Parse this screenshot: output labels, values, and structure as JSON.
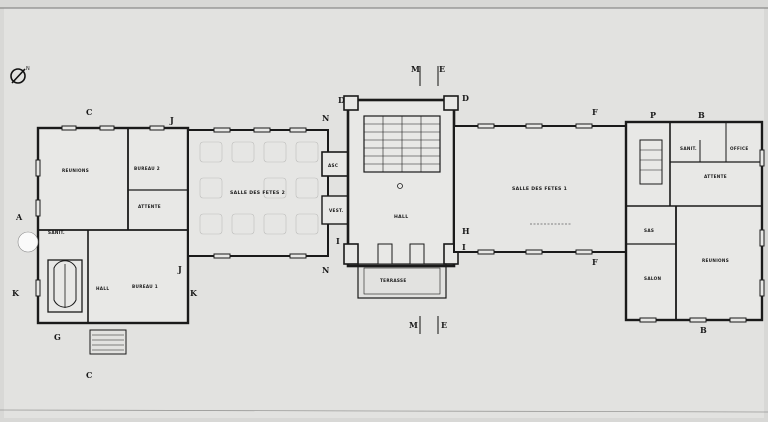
{
  "rooms": {
    "reunions_left": "REUNIONS",
    "bureau2": "BUREAU 2",
    "attente_left": "ATTENTE",
    "salle_fetes2": "SALLE DES FETES 2",
    "sanit_left": "SANIT.",
    "hall_left": "HALL",
    "bureau1": "BUREAU 1",
    "asc": "ASC",
    "vest": "VEST.",
    "hall_center": "HALL",
    "terrasse": "TERRASSE",
    "salle_fetes1": "SALLE DES FETES 1",
    "sanit_right": "SANIT.",
    "office": "OFFICE",
    "attente_right": "ATTENTE",
    "sas": "SAS",
    "salon": "SALON",
    "reunions_right": "REUNIONS"
  },
  "section_marks": {
    "a": "A",
    "b": "B",
    "c": "C",
    "d": "D",
    "e": "E",
    "f": "F",
    "g": "G",
    "h": "H",
    "i": "I",
    "j": "J",
    "k": "K",
    "m": "M",
    "n": "N",
    "p": "P"
  },
  "colors": {
    "paper": "#d8d8d6",
    "ink": "#1a1a1a",
    "fill": "#e8e8e6"
  },
  "icons": {
    "north": "north-arrow-icon",
    "hole": "punch-hole-icon"
  }
}
